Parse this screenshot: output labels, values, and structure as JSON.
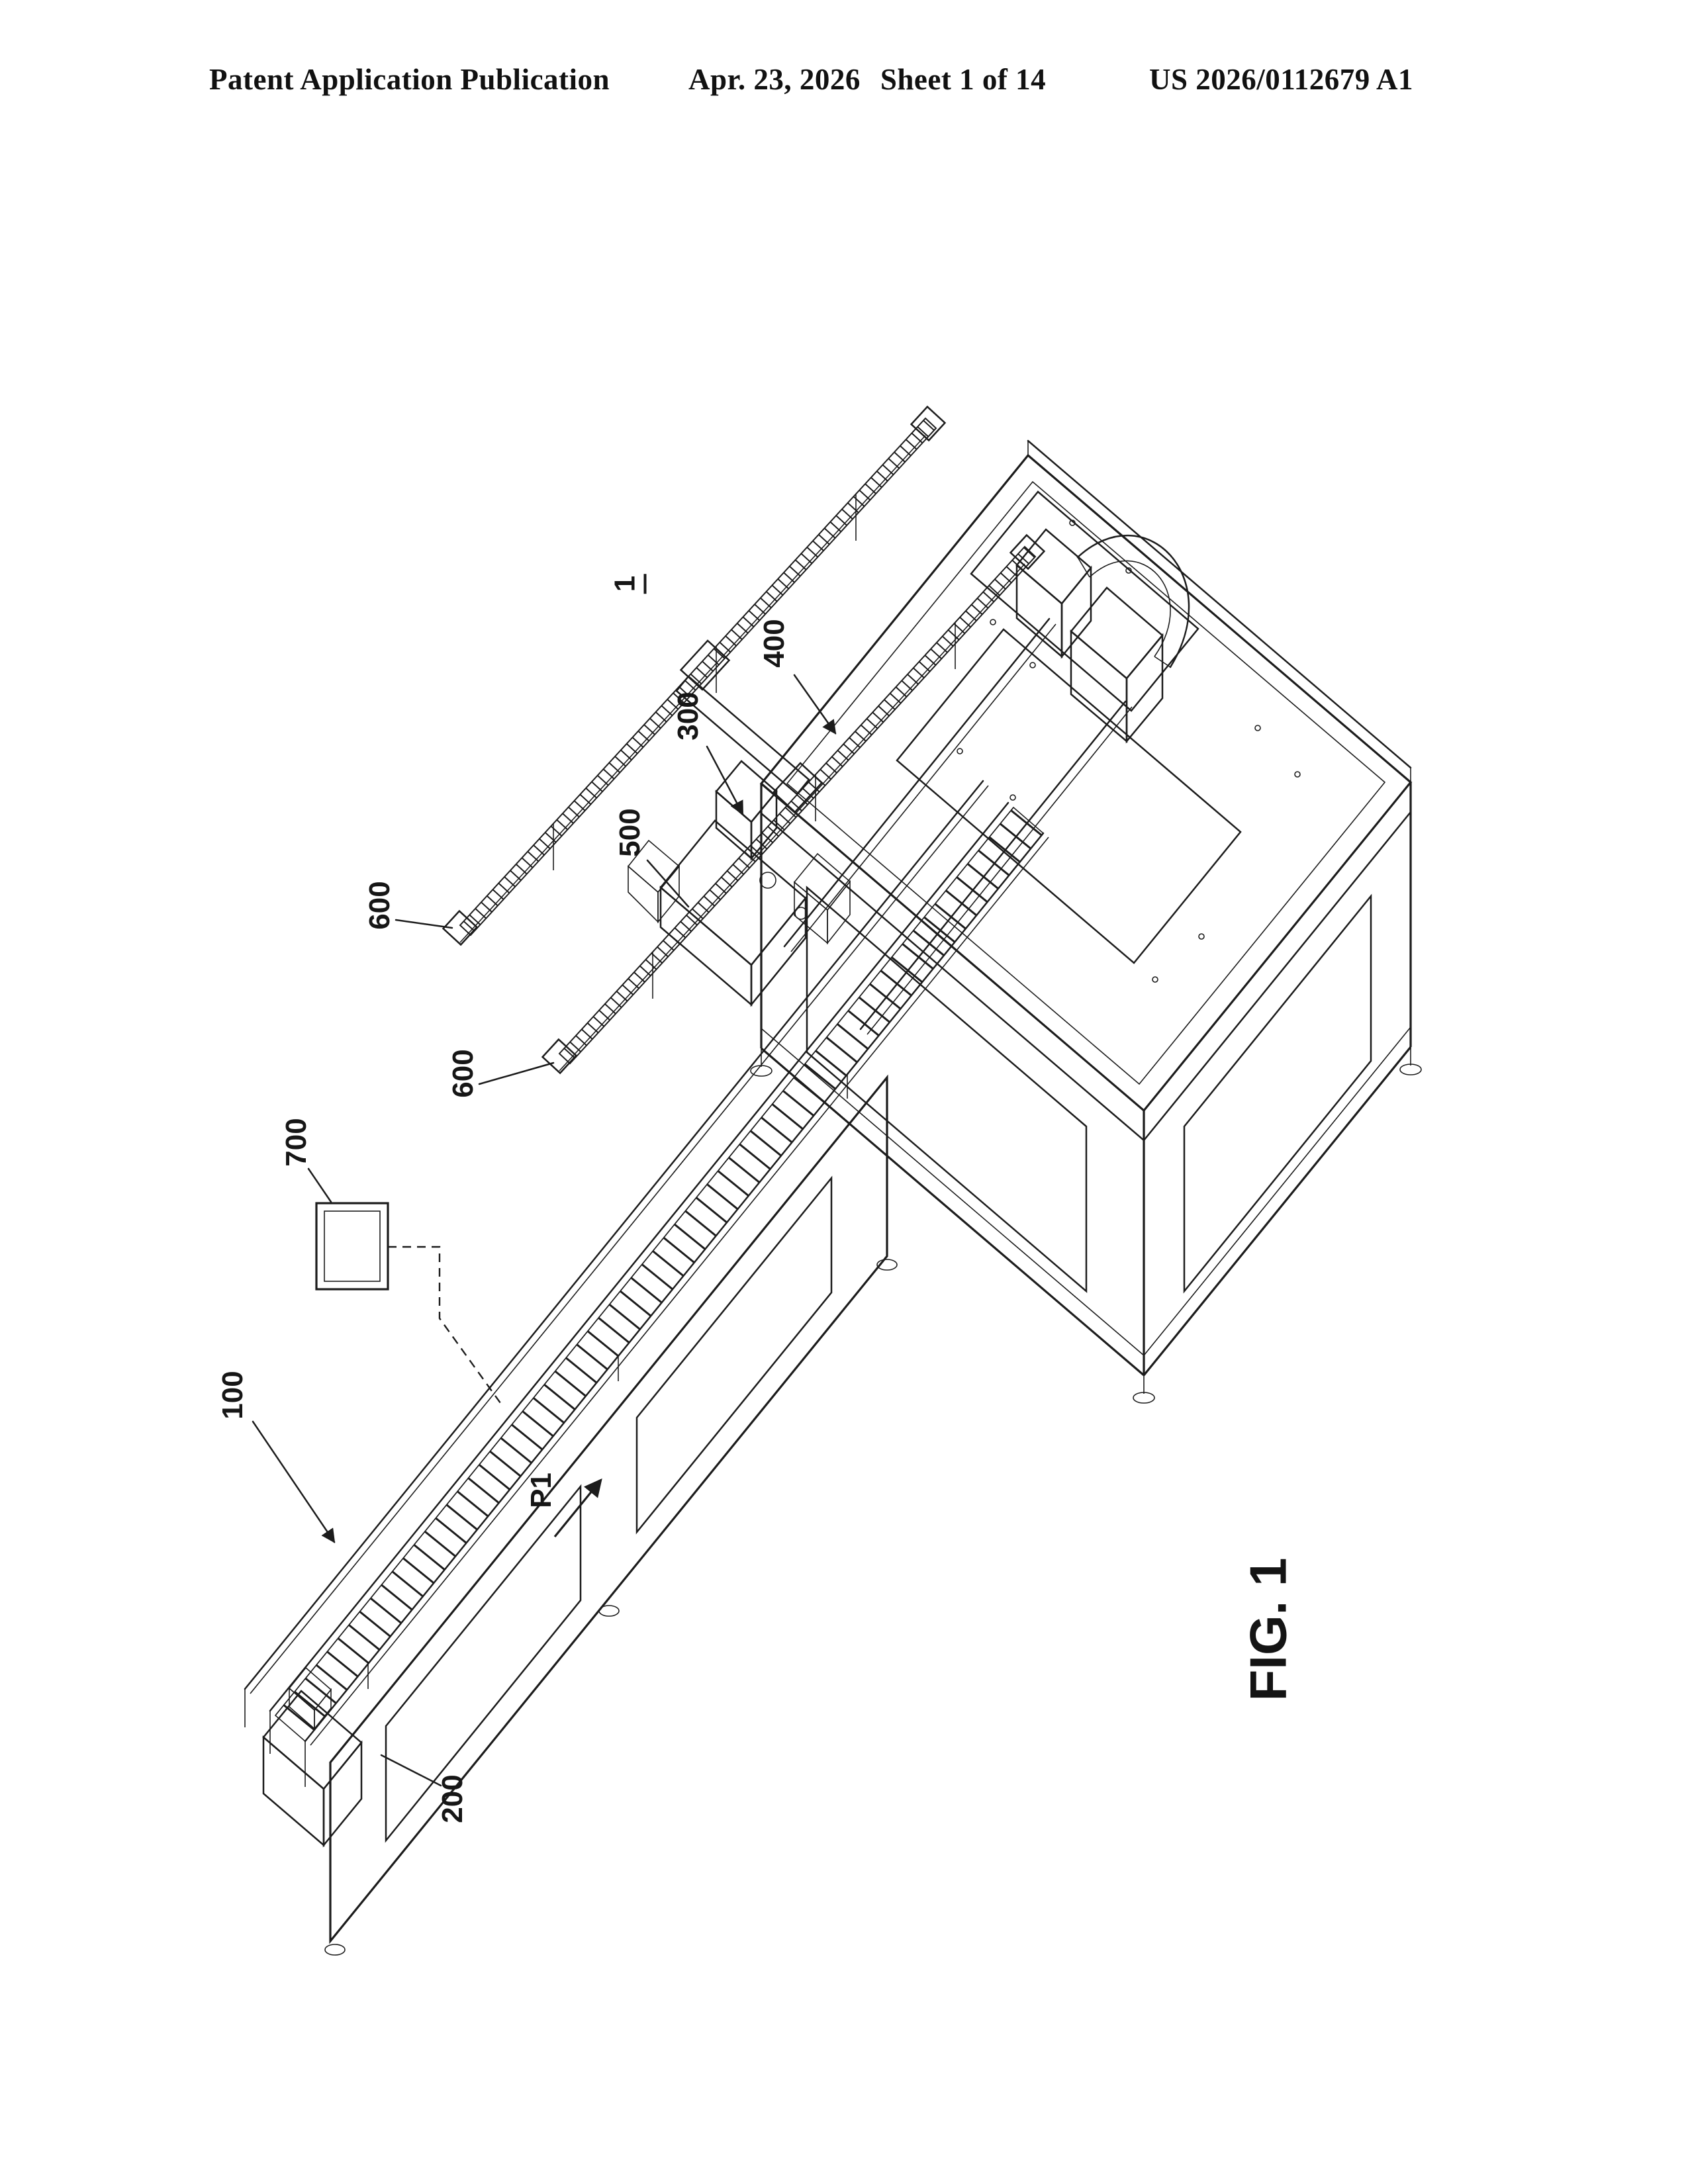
{
  "header": {
    "left": "Patent Application Publication",
    "center_date": "Apr. 23, 2026",
    "center_sheet": "Sheet 1 of 14",
    "right": "US 2026/0112679 A1"
  },
  "figure": {
    "caption": "FIG. 1",
    "labels": {
      "overall": "1",
      "ref100": "100",
      "ref200": "200",
      "ref300": "300",
      "ref400": "400",
      "ref500": "500",
      "ref600a": "600",
      "ref600b": "600",
      "ref700": "700",
      "direction": "P1"
    }
  },
  "colors": {
    "ink": "#1c1c1c",
    "paper": "#ffffff"
  }
}
